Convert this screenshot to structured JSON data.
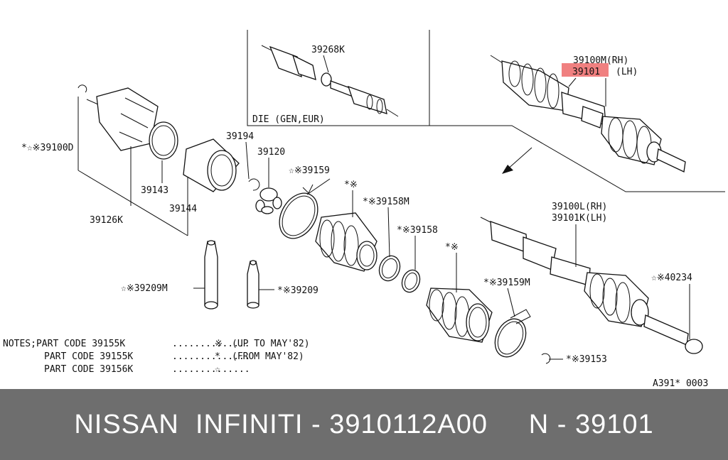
{
  "diagram": {
    "inset": {
      "part_label": "39268K",
      "caption": "DIE (GEN,EUR)"
    },
    "labels": {
      "p39100d": "*☆※39100D",
      "p39143": "39143",
      "p39144": "39144",
      "p39126k": "39126K",
      "p39194": "39194",
      "p39120": "39120",
      "p39159": "☆※39159",
      "p_star_mark": "*※",
      "p39158m": "*※39158M",
      "p39158": "*※39158",
      "p_star_mark2": "*※",
      "p39159m": "*※39159M",
      "p39209m": "☆※39209M",
      "p39209": "*※39209",
      "p39153": "*※39153",
      "p40234": "☆※40234",
      "p39100m": "39100M(RH)",
      "p39101": "39101",
      "p39101_side": "(LH)",
      "p39100l": "39100L(RH)",
      "p39101k": "39101K(LH)",
      "fig_code": "A391* 0003"
    },
    "highlight_color": "#f08080",
    "notes": {
      "head": "NOTES;PART CODE 39155K",
      "row1_sym": "※",
      "row1_text": "(UP TO MAY'82)",
      "row2_code": "PART CODE 39155K",
      "row2_sym": "*",
      "row2_text": "(FROM MAY'82)",
      "row3_code": "PART CODE 39156K",
      "row3_sym": "☆"
    }
  },
  "banner": {
    "text": "NISSAN  INFINITI - 3910112A00     N - 39101",
    "background": "#6e6e6e"
  }
}
